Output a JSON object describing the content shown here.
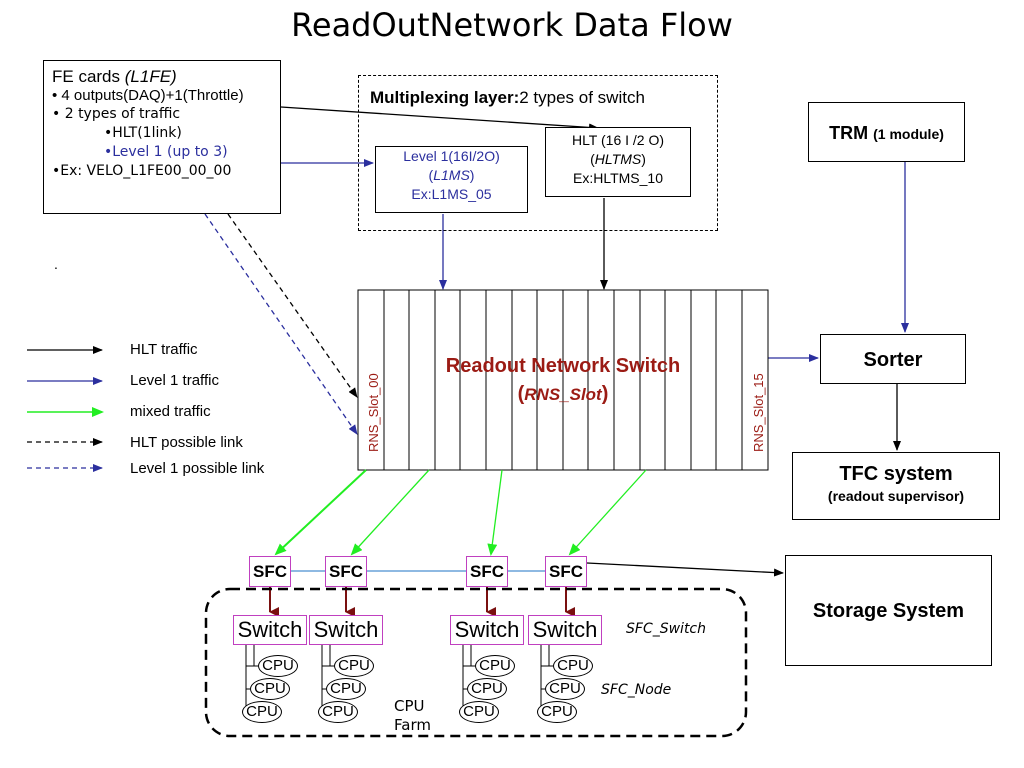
{
  "title": "ReadOutNetwork Data Flow",
  "fe_cards": {
    "title": "FE cards",
    "title_italic": "(L1FE)",
    "bullet1": "• 4 outputs(DAQ)+1(Throttle)",
    "bullet2": "• 2 types of traffic",
    "sub1": "•HLT(1link)",
    "sub2": "•Level 1 (up to 3)",
    "example": "•Ex: VELO_L1FE00_00_00"
  },
  "dot": ".",
  "multiplexing": {
    "label_bold": "Multiplexing layer:",
    "label_rest": "2 types of switch",
    "l1ms_line1": "Level 1(16I/2O)",
    "l1ms_line2": "L1MS",
    "l1ms_line3": "Ex:L1MS_05",
    "hltms_line1": "HLT (16 I /2 O)",
    "hltms_line2": "HLTMS",
    "hltms_line3": "Ex:HLTMS_10"
  },
  "trm": {
    "name": "TRM",
    "detail": "(1 module)"
  },
  "sorter": "Sorter",
  "tfc": {
    "line1": "TFC system",
    "line2": "(readout supervisor)"
  },
  "storage": "Storage System",
  "readout_switch": {
    "line1": "Readout Network Switch",
    "line2": "RNS_Slot",
    "slot_first": "RNS_Slot_00",
    "slot_last": "RNS_Slot_15"
  },
  "legend": [
    {
      "label": "HLT traffic",
      "color": "#000000",
      "dashed": false
    },
    {
      "label": "Level 1 traffic",
      "color": "#2b2f9e",
      "dashed": false
    },
    {
      "label": "mixed traffic",
      "color": "#22ee22",
      "dashed": false
    },
    {
      "label": "HLT possible link",
      "color": "#000000",
      "dashed": true
    },
    {
      "label": "Level 1 possible link",
      "color": "#2b2f9e",
      "dashed": true
    }
  ],
  "sfc_label": "SFC",
  "switch_label": "Switch",
  "cpu_label": "CPU",
  "farm": {
    "line1": "CPU",
    "line2": "Farm"
  },
  "sfc_switch_label": "SFC_Switch",
  "sfc_node_label": "SFC_Node",
  "colors": {
    "level1": "#2b2f9e",
    "mixed": "#22ee22",
    "switch_text": "#9b1b14",
    "sfc_border": "#c040c0",
    "sfc_arrow": "#7a1010",
    "sfc_link": "#4a8fd0"
  }
}
